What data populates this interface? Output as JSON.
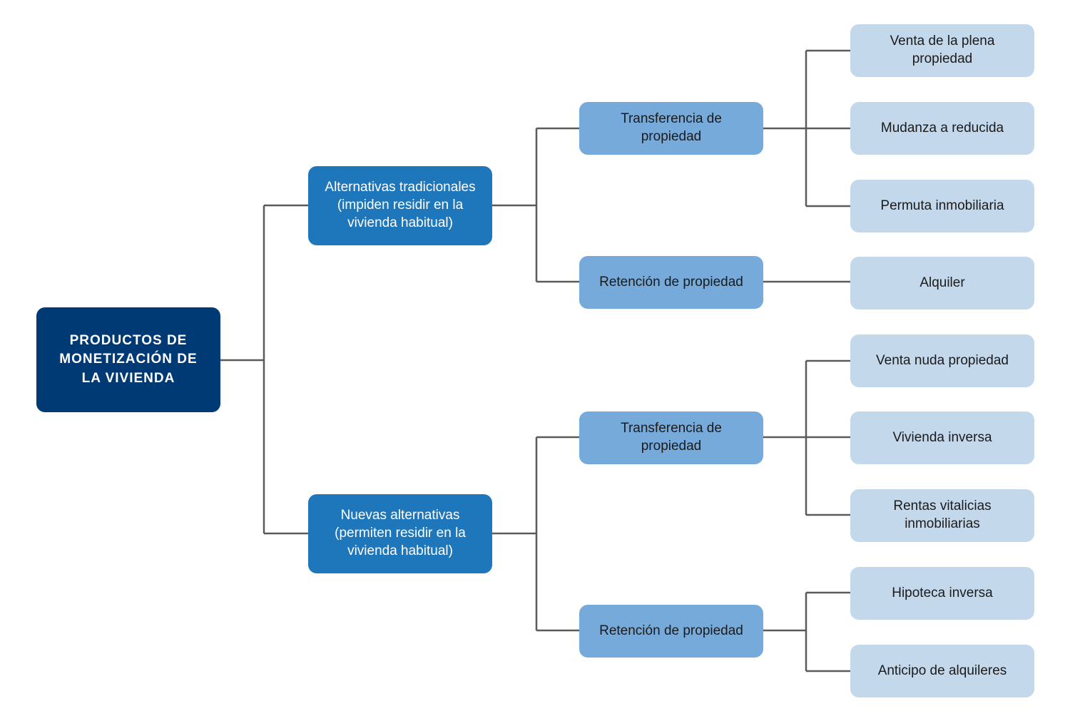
{
  "diagram": {
    "root": {
      "label": "PRODUCTOS DE\nMONETIZACIÓN DE\nLA VIVIENDA"
    },
    "branches": [
      {
        "label": "Alternativas tradicionales\n(impiden residir en la\nvivienda habitual)",
        "children": [
          {
            "label": "Transferencia de\npropiedad",
            "children": [
              "Venta de la plena\npropiedad",
              "Mudanza a reducida",
              "Permuta inmobiliaria"
            ]
          },
          {
            "label": "Retención de propiedad",
            "children": [
              "Alquiler"
            ]
          }
        ]
      },
      {
        "label": "Nuevas alternativas\n(permiten residir en la\nvivienda habitual)",
        "children": [
          {
            "label": "Transferencia de\npropiedad",
            "children": [
              "Venta nuda propiedad",
              "Vivienda inversa",
              "Rentas vitalicias\ninmobiliarias"
            ]
          },
          {
            "label": "Retención de propiedad",
            "children": [
              "Hipoteca inversa",
              "Anticipo de alquileres"
            ]
          }
        ]
      }
    ]
  },
  "colors": {
    "root": "#003a75",
    "level1": "#1e77ba",
    "level2": "#76aadb",
    "level3": "#c4d8ec",
    "connector": "#5a5a5a"
  }
}
